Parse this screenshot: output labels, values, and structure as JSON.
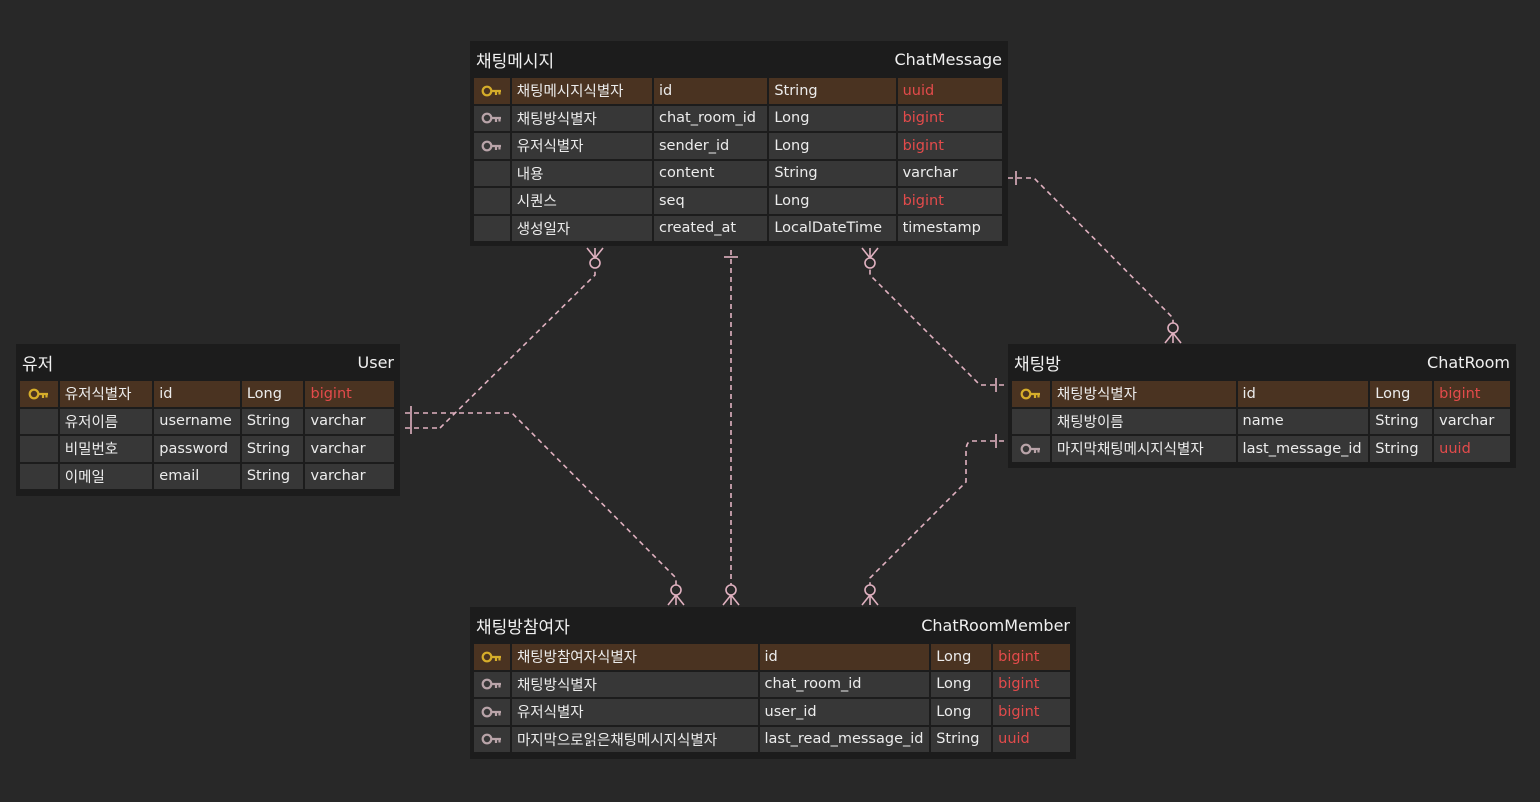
{
  "colors": {
    "background": "#282828",
    "table": "#1c1c1c",
    "cell": "#373737",
    "pk_row": "#4a3321",
    "pk_key": "#d6ad2a",
    "fk_key": "#b9a4a9",
    "key_type": "#e34b4b",
    "relation": "#e0b1c0"
  },
  "entities": {
    "chat_message": {
      "title_ko": "채팅메시지",
      "title_en": "ChatMessage",
      "rows": [
        {
          "key": "pk",
          "ko": "채팅메시지식별자",
          "col": "id",
          "type": "String",
          "db": "uuid"
        },
        {
          "key": "fk",
          "ko": "채팅방식별자",
          "col": "chat_room_id",
          "type": "Long",
          "db": "bigint"
        },
        {
          "key": "fk",
          "ko": "유저식별자",
          "col": "sender_id",
          "type": "Long",
          "db": "bigint"
        },
        {
          "key": "",
          "ko": "내용",
          "col": "content",
          "type": "String",
          "db": "varchar"
        },
        {
          "key": "",
          "ko": "시퀀스",
          "col": "seq",
          "type": "Long",
          "db": "bigint"
        },
        {
          "key": "",
          "ko": "생성일자",
          "col": "created_at",
          "type": "LocalDateTime",
          "db": "timestamp"
        }
      ]
    },
    "user": {
      "title_ko": "유저",
      "title_en": "User",
      "rows": [
        {
          "key": "pk",
          "ko": "유저식별자",
          "col": "id",
          "type": "Long",
          "db": "bigint"
        },
        {
          "key": "",
          "ko": "유저이름",
          "col": "username",
          "type": "String",
          "db": "varchar"
        },
        {
          "key": "",
          "ko": "비밀번호",
          "col": "password",
          "type": "String",
          "db": "varchar"
        },
        {
          "key": "",
          "ko": "이메일",
          "col": "email",
          "type": "String",
          "db": "varchar"
        }
      ]
    },
    "chat_room": {
      "title_ko": "채팅방",
      "title_en": "ChatRoom",
      "rows": [
        {
          "key": "pk",
          "ko": "채팅방식별자",
          "col": "id",
          "type": "Long",
          "db": "bigint"
        },
        {
          "key": "",
          "ko": "채팅방이름",
          "col": "name",
          "type": "String",
          "db": "varchar"
        },
        {
          "key": "fk",
          "ko": "마지막채팅메시지식별자",
          "col": "last_message_id",
          "type": "String",
          "db": "uuid"
        }
      ]
    },
    "chat_room_member": {
      "title_ko": "채팅방참여자",
      "title_en": "ChatRoomMember",
      "rows": [
        {
          "key": "pk",
          "ko": "채팅방참여자식별자",
          "col": "id",
          "type": "Long",
          "db": "bigint"
        },
        {
          "key": "fk",
          "ko": "채팅방식별자",
          "col": "chat_room_id",
          "type": "Long",
          "db": "bigint"
        },
        {
          "key": "fk",
          "ko": "유저식별자",
          "col": "user_id",
          "type": "Long",
          "db": "bigint"
        },
        {
          "key": "fk",
          "ko": "마지막으로읽은채팅메시지식별자",
          "col": "last_read_message_id",
          "type": "String",
          "db": "uuid"
        }
      ]
    }
  },
  "relations": [
    {
      "from": "user",
      "from_cardinality": "one-only",
      "to": "chat_message",
      "to_cardinality": "zero-or-many"
    },
    {
      "from": "user",
      "from_cardinality": "one-only",
      "to": "chat_room_member",
      "to_cardinality": "zero-or-many"
    },
    {
      "from": "chat_message",
      "from_cardinality": "one",
      "to": "chat_room_member",
      "to_cardinality": "zero-or-many"
    },
    {
      "from": "chat_room",
      "from_cardinality": "one",
      "to": "chat_message",
      "to_cardinality": "zero-or-many"
    },
    {
      "from": "chat_message",
      "from_cardinality": "one",
      "to": "chat_room",
      "to_cardinality": "zero-or-many"
    },
    {
      "from": "chat_room",
      "from_cardinality": "one",
      "to": "chat_room_member",
      "to_cardinality": "zero-or-many"
    }
  ]
}
